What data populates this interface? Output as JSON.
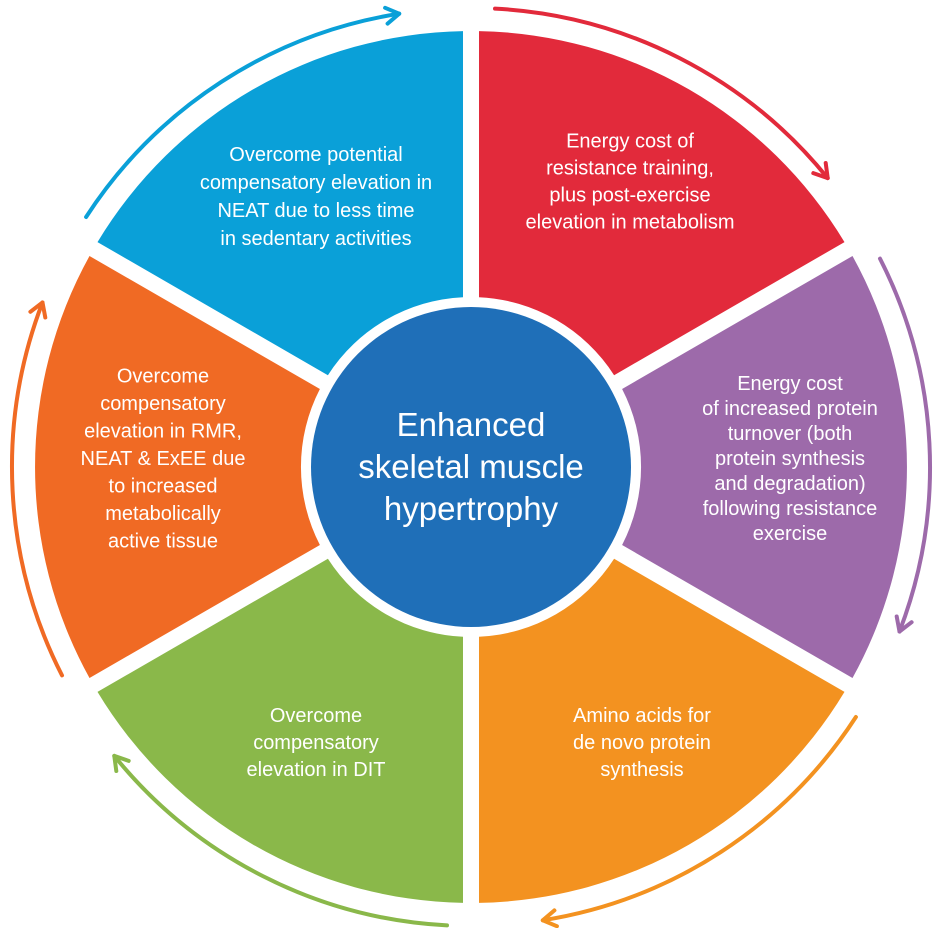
{
  "hub": {
    "lines": [
      "Enhanced",
      "skeletal muscle",
      "hypertrophy"
    ],
    "color": "#1f6fb8"
  },
  "segments": [
    {
      "id": "energy-cost-resistance-training",
      "color": "#e22a3b",
      "lines": [
        "Energy cost of",
        "resistance training,",
        "plus post-exercise",
        "elevation in metabolism"
      ]
    },
    {
      "id": "energy-cost-protein-turnover",
      "color": "#9d6aaa",
      "lines": [
        "Energy cost",
        "of increased protein",
        "turnover (both",
        "protein synthesis",
        "and degradation)",
        "following resistance",
        "exercise"
      ]
    },
    {
      "id": "amino-acids",
      "color": "#f39220",
      "lines": [
        "Amino acids for",
        "de novo protein",
        "synthesis"
      ]
    },
    {
      "id": "overcome-dit",
      "color": "#8ab84a",
      "lines": [
        "Overcome",
        "compensatory",
        "elevation in DIT"
      ]
    },
    {
      "id": "overcome-rmr-neat-exee",
      "color": "#f06a24",
      "lines": [
        "Overcome",
        "compensatory",
        "elevation in RMR,",
        "NEAT & ExEE due",
        "to increased",
        "metabolically",
        "active tissue"
      ]
    },
    {
      "id": "overcome-neat",
      "color": "#0aa0d8",
      "lines": [
        "Overcome potential",
        "compensatory elevation in",
        "NEAT due to less time",
        "in sedentary activities"
      ]
    }
  ]
}
